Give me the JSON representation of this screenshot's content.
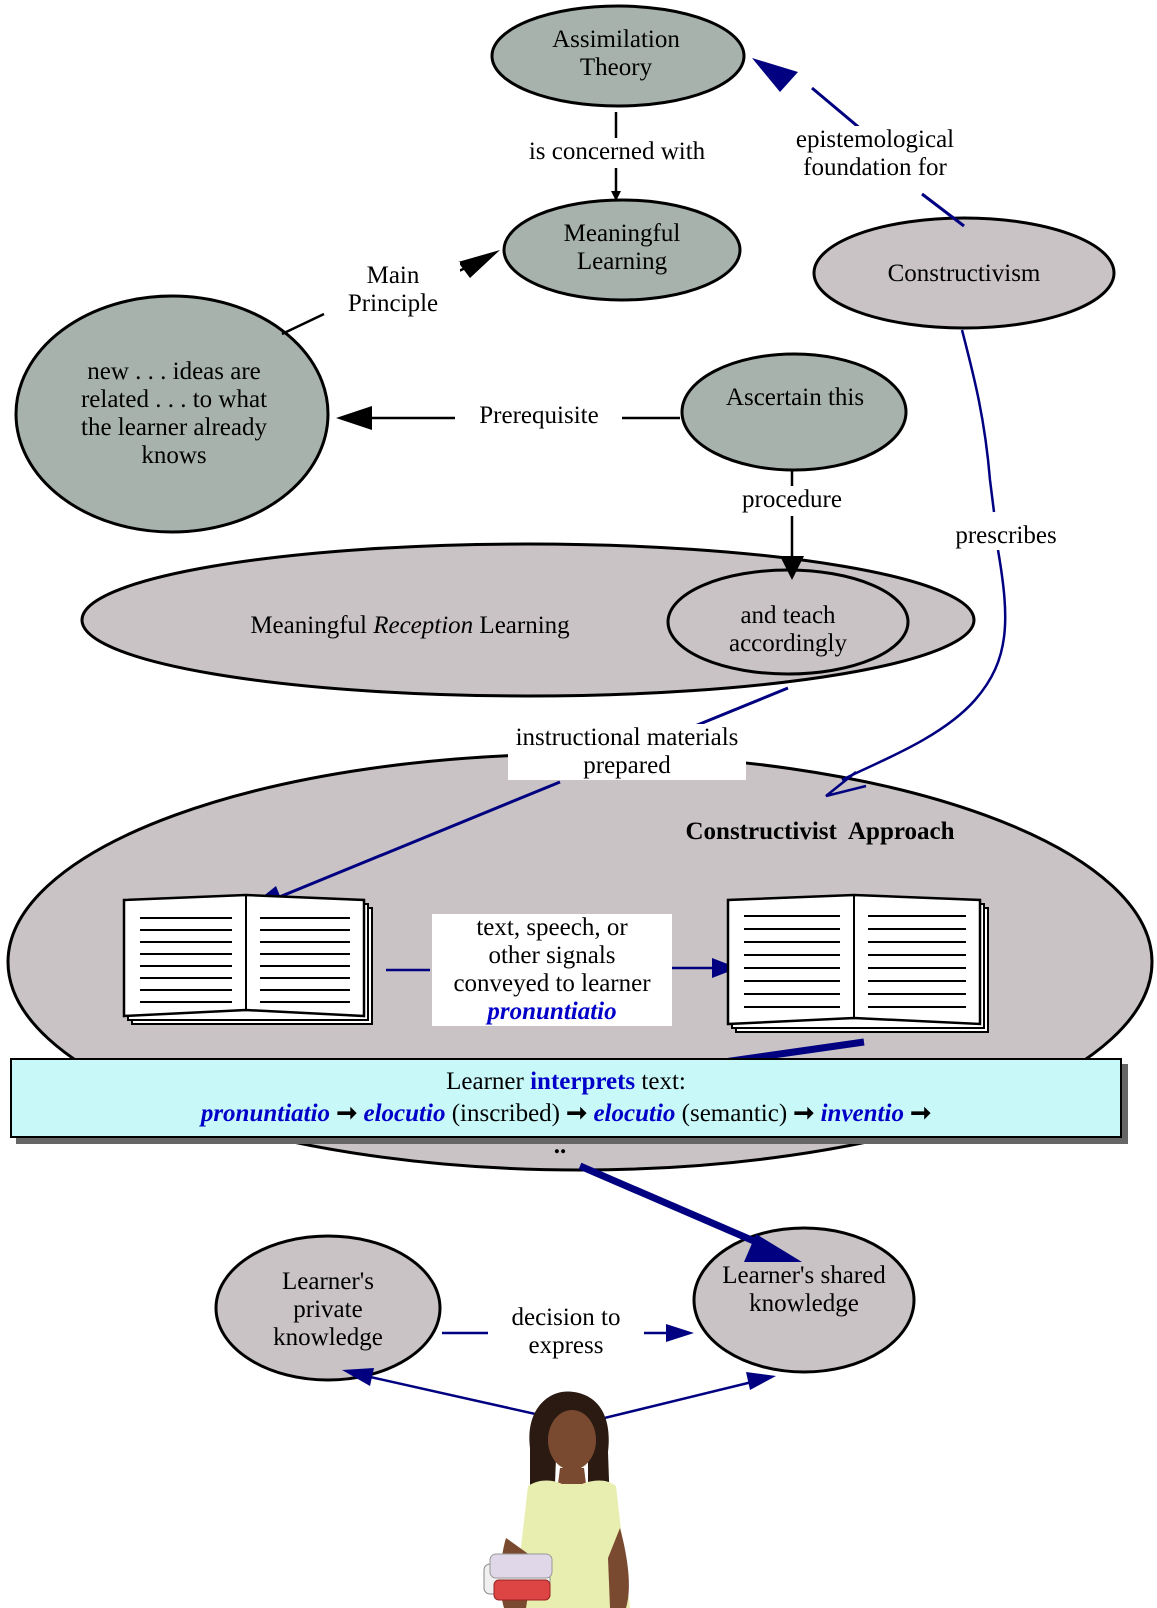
{
  "nodes": {
    "assimilation_theory": "Assimilation Theory",
    "meaningful_learning": "Meaningful Learning",
    "constructivism": "Constructivism",
    "new_ideas": "new . . . ideas are related . . . to what the learner already knows",
    "ascertain_this": "Ascertain this",
    "meaningful_reception_prefix": "Meaningful ",
    "meaningful_reception_italic": "Reception",
    "meaningful_reception_suffix": " Learning",
    "and_teach": "and teach accordingly",
    "constructivist_approach": "Constructivist  Approach",
    "private_knowledge": "Learner's private knowledge",
    "shared_knowledge": "Learner's shared knowledge"
  },
  "links": {
    "is_concerned_with": "is concerned with",
    "epistemological": "epistemological foundation for",
    "main_principle": "Main Principle",
    "prerequisite": "Prerequisite",
    "procedure": "procedure",
    "prescribes": "prescribes",
    "instructional_materials": "instructional materials prepared",
    "signals_line1": "text, speech, or",
    "signals_line2": "other signals",
    "signals_line3": "conveyed to learner",
    "signals_term": "pronuntiatio",
    "decision_to_express": "decision to express"
  },
  "banner": {
    "prefix": "Learner ",
    "verb": "interprets",
    "suffix": " text:",
    "t1": "pronuntiatio",
    "arrow": " ➞ ",
    "t2": "elocutio",
    "p2": " (inscribed)",
    "t3": "elocutio",
    "p3": " (semantic)",
    "t4": "inventio",
    "continuation": ".."
  },
  "colors": {
    "node_dark": "#a8b2ac",
    "node_light": "#c9c3c5",
    "link_blue": "#000080",
    "term_blue": "#0000c8",
    "banner_bg": "#c8f8f8"
  },
  "icons": [
    "open-book-icon",
    "open-book-icon",
    "learner-photo"
  ]
}
